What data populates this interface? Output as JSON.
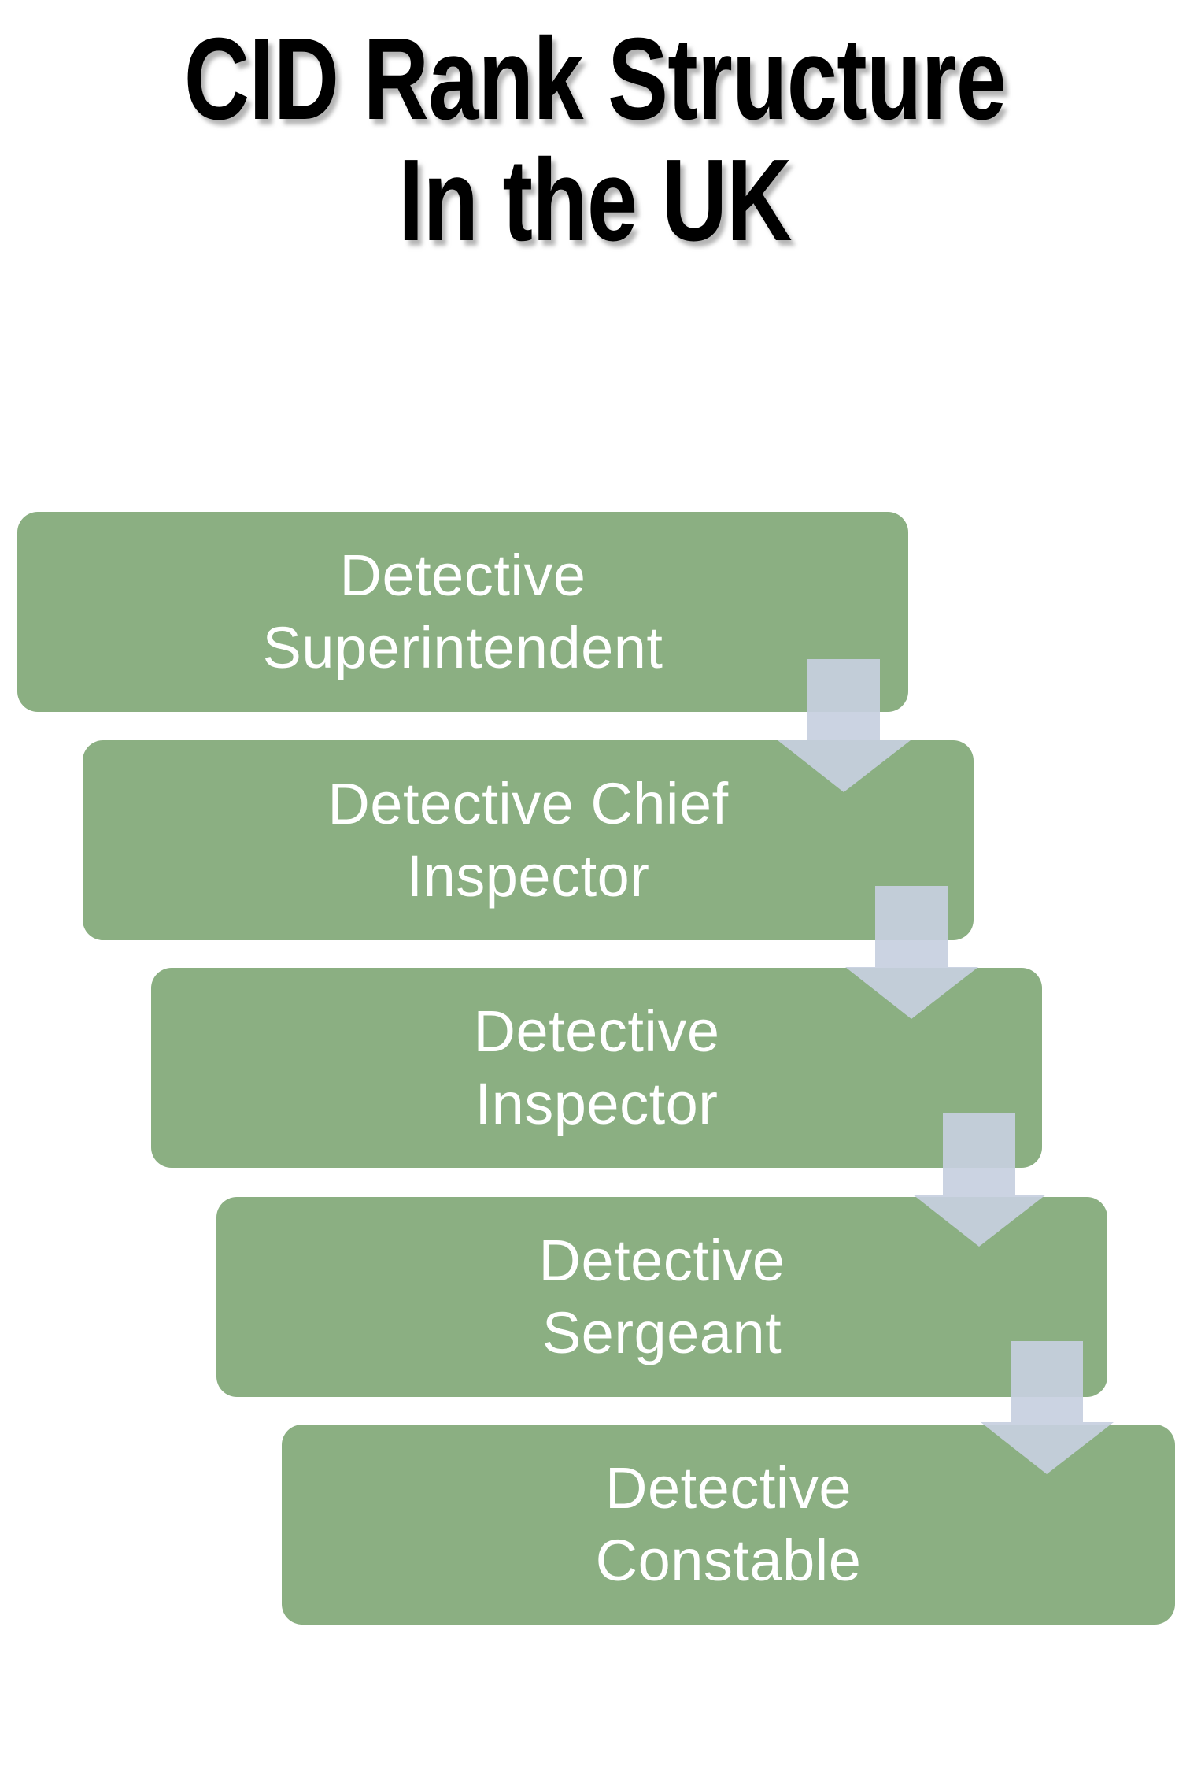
{
  "title": {
    "line1": "CID Rank Structure",
    "line2": "In the UK"
  },
  "colors": {
    "box_fill": "#8BAF82",
    "box_text": "#FFFFFF",
    "arrow_fill": "#C7CFDF",
    "title_text": "#000000",
    "background": "#FFFFFF"
  },
  "chart_data": {
    "type": "diagram",
    "title": "CID Rank Structure In the UK",
    "subtype": "descending-staircase-flow",
    "levels": [
      {
        "order": 1,
        "label": "Detective\nSuperintendent",
        "label_plain": "Detective Superintendent"
      },
      {
        "order": 2,
        "label": "Detective Chief\nInspector",
        "label_plain": "Detective Chief Inspector"
      },
      {
        "order": 3,
        "label": "Detective\nInspector",
        "label_plain": "Detective Inspector"
      },
      {
        "order": 4,
        "label": "Detective\nSergeant",
        "label_plain": "Detective Sergeant"
      },
      {
        "order": 5,
        "label": "Detective\nConstable",
        "label_plain": "Detective Constable"
      }
    ],
    "connectors": [
      {
        "from": "Detective Superintendent",
        "to": "Detective Chief Inspector",
        "kind": "down-arrow"
      },
      {
        "from": "Detective Chief Inspector",
        "to": "Detective Inspector",
        "kind": "down-arrow"
      },
      {
        "from": "Detective Inspector",
        "to": "Detective Sergeant",
        "kind": "down-arrow"
      },
      {
        "from": "Detective Sergeant",
        "to": "Detective Constable",
        "kind": "down-arrow"
      }
    ]
  },
  "flow": {
    "boxes": [
      {
        "name": "rank-box-detective-superintendent",
        "label": "Detective\nSuperintendent"
      },
      {
        "name": "rank-box-detective-chief-inspector",
        "label": "Detective Chief\nInspector"
      },
      {
        "name": "rank-box-detective-inspector",
        "label": "Detective\nInspector"
      },
      {
        "name": "rank-box-detective-sergeant",
        "label": "Detective\nSergeant"
      },
      {
        "name": "rank-box-detective-constable",
        "label": "Detective\nConstable"
      }
    ]
  }
}
